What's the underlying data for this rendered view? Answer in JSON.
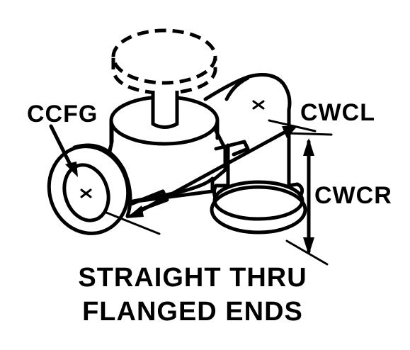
{
  "labels": {
    "ccfg": "CCFG",
    "cwcl": "CWCL",
    "cwcr": "CWCR"
  },
  "caption": {
    "line1": "STRAIGHT THRU",
    "line2": "FLANGED ENDS"
  }
}
